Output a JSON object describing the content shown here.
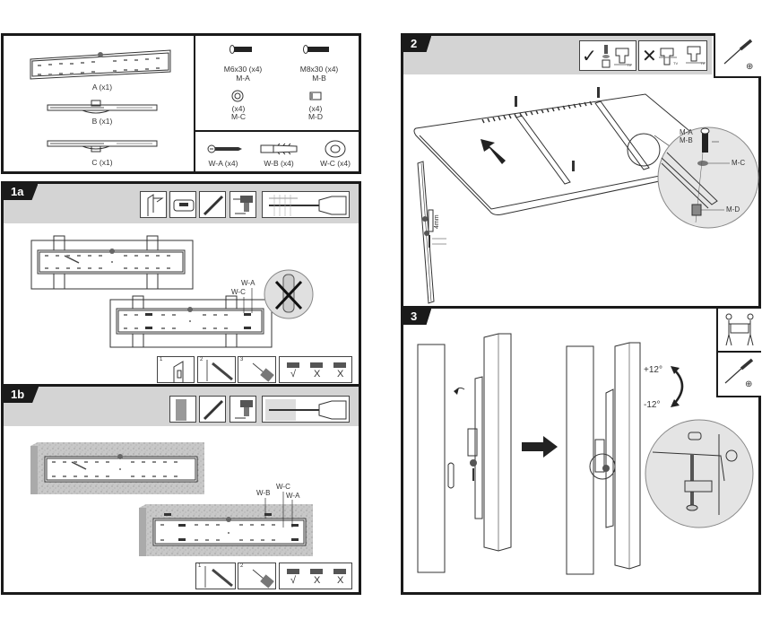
{
  "parts": {
    "brackets": [
      {
        "label": "A (x1)"
      },
      {
        "label": "B (x1)"
      },
      {
        "label": "C (x1)"
      }
    ],
    "tv_hardware": [
      {
        "size": "M6x30 (x4)",
        "code": "M-A"
      },
      {
        "size": "M8x30 (x4)",
        "code": "M-B"
      },
      {
        "size": "(x4)",
        "code": "M-C"
      },
      {
        "size": "(x4)",
        "code": "M-D"
      }
    ],
    "wall_hardware": [
      {
        "label": "W-A (x4)"
      },
      {
        "label": "W-B (x4)"
      },
      {
        "label": "W-C (x4)"
      }
    ]
  },
  "step_1a": {
    "tag": "1a",
    "callouts": {
      "wa": "W-A",
      "wc": "W-C"
    },
    "substeps": [
      "1",
      "2",
      "3"
    ],
    "checks": [
      "√",
      "X",
      "X"
    ]
  },
  "step_1b": {
    "tag": "1b",
    "callouts": {
      "wb": "W-B",
      "wc": "W-C",
      "wa": "W-A"
    },
    "substeps": [
      "1",
      "2"
    ],
    "checks": [
      "√",
      "X",
      "X"
    ]
  },
  "step_2": {
    "tag": "2",
    "ok_mark": "✓",
    "bad_mark": "✕",
    "tv_label": "TV",
    "gap_label": "4mm",
    "callouts": {
      "ma": "M-A",
      "mb": "M-B",
      "mc": "M-C",
      "md": "M-D"
    },
    "tool_mark": "⊕"
  },
  "step_3": {
    "tag": "3",
    "tilt_up": "+12°",
    "tilt_down": "-12°",
    "tool_mark": "⊕"
  },
  "colors": {
    "frame": "#1a1a1a",
    "header": "#d4d4d4",
    "wall": "#bdbdbd"
  }
}
